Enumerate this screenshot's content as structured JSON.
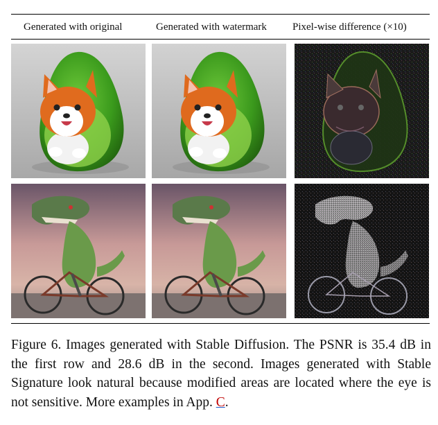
{
  "columns": {
    "original": "Generated with original",
    "watermark": "Generated with watermark",
    "difference": "Pixel-wise difference (×10)"
  },
  "rows": [
    {
      "subject": "corgi-in-avocado",
      "psnr_db": 35.4
    },
    {
      "subject": "t-rex-on-bicycle",
      "psnr_db": 28.6
    }
  ],
  "caption": {
    "label": "Figure 6.",
    "text": " Images generated with Stable Diffusion. The PSNR is 35.4 dB in the first row and 28.6 dB in the second. Images generated with Stable Signature look natural because modified areas are located where the eye is not sensitive. More examples in App. ",
    "ref": "C",
    "end": "."
  },
  "colors": {
    "background_gray": "#c6c6c6",
    "avocado_green": "#3a9a1c",
    "sky_pink": "#c89a98",
    "difference_bg": "#161616"
  }
}
